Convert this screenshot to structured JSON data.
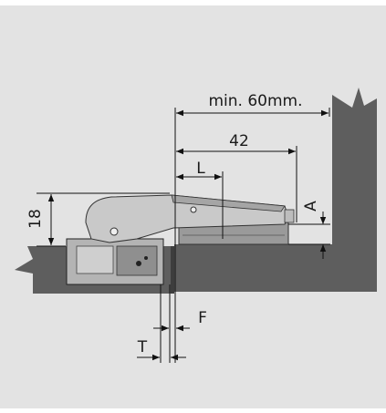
{
  "colors": {
    "background": "#e3e3e3",
    "top_strip": "#ffffff",
    "panel": "#5e5e5e",
    "panel_edge": "#3d3d3d",
    "hinge_light": "#c9c9c9",
    "hinge_mid": "#a5a5a5",
    "plate": "#9a9a9a",
    "cup": "#b4b4b4",
    "line": "#111111"
  },
  "labels": {
    "min_distance": "min. 60mm.",
    "hinge_length": "42",
    "l": "L",
    "a": "A",
    "height": "18",
    "f": "F",
    "t": "T"
  }
}
